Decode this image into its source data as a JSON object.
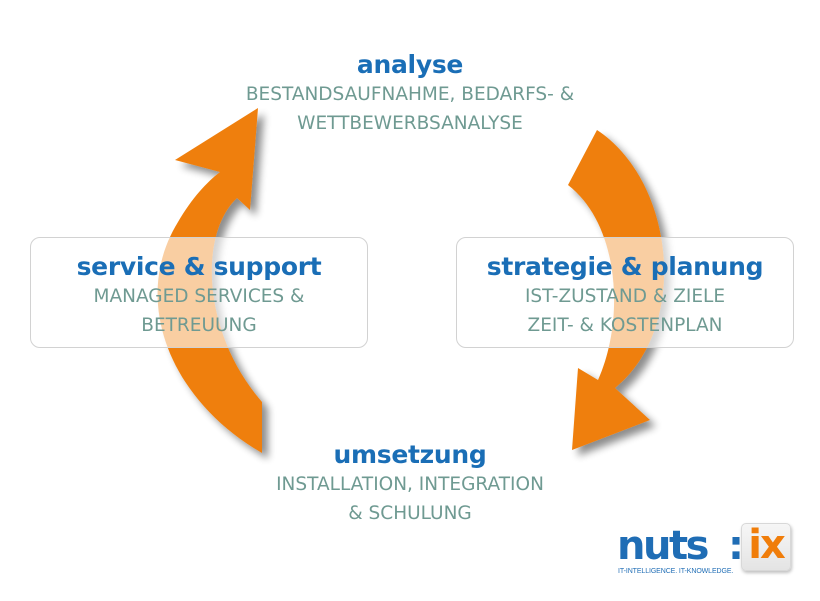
{
  "colors": {
    "arrow": "#ef7f0b",
    "title": "#1a6eb6",
    "description": "#6f9a92",
    "box_border": "#d2d2d2"
  },
  "stages": {
    "analyse": {
      "title": "analyse",
      "lines": [
        "BESTANDSAUFNAHME, BEDARFS- &",
        "WETTBEWERBSANALYSE"
      ]
    },
    "strategie": {
      "title": "strategie & planung",
      "lines": [
        "IST-ZUSTAND & ZIELE",
        "ZEIT- & KOSTENPLAN"
      ]
    },
    "umsetzung": {
      "title": "umsetzung",
      "lines": [
        "INSTALLATION, INTEGRATION",
        "& SCHULUNG"
      ]
    },
    "service": {
      "title": "service & support",
      "lines": [
        "MANAGED SERVICES &",
        "BETREUUNG"
      ]
    }
  },
  "logo": {
    "part1": "nuts",
    "separator": ":",
    "part2": "ix",
    "tagline": "IT-INTELLIGENCE. IT-KNOWLEDGE."
  }
}
